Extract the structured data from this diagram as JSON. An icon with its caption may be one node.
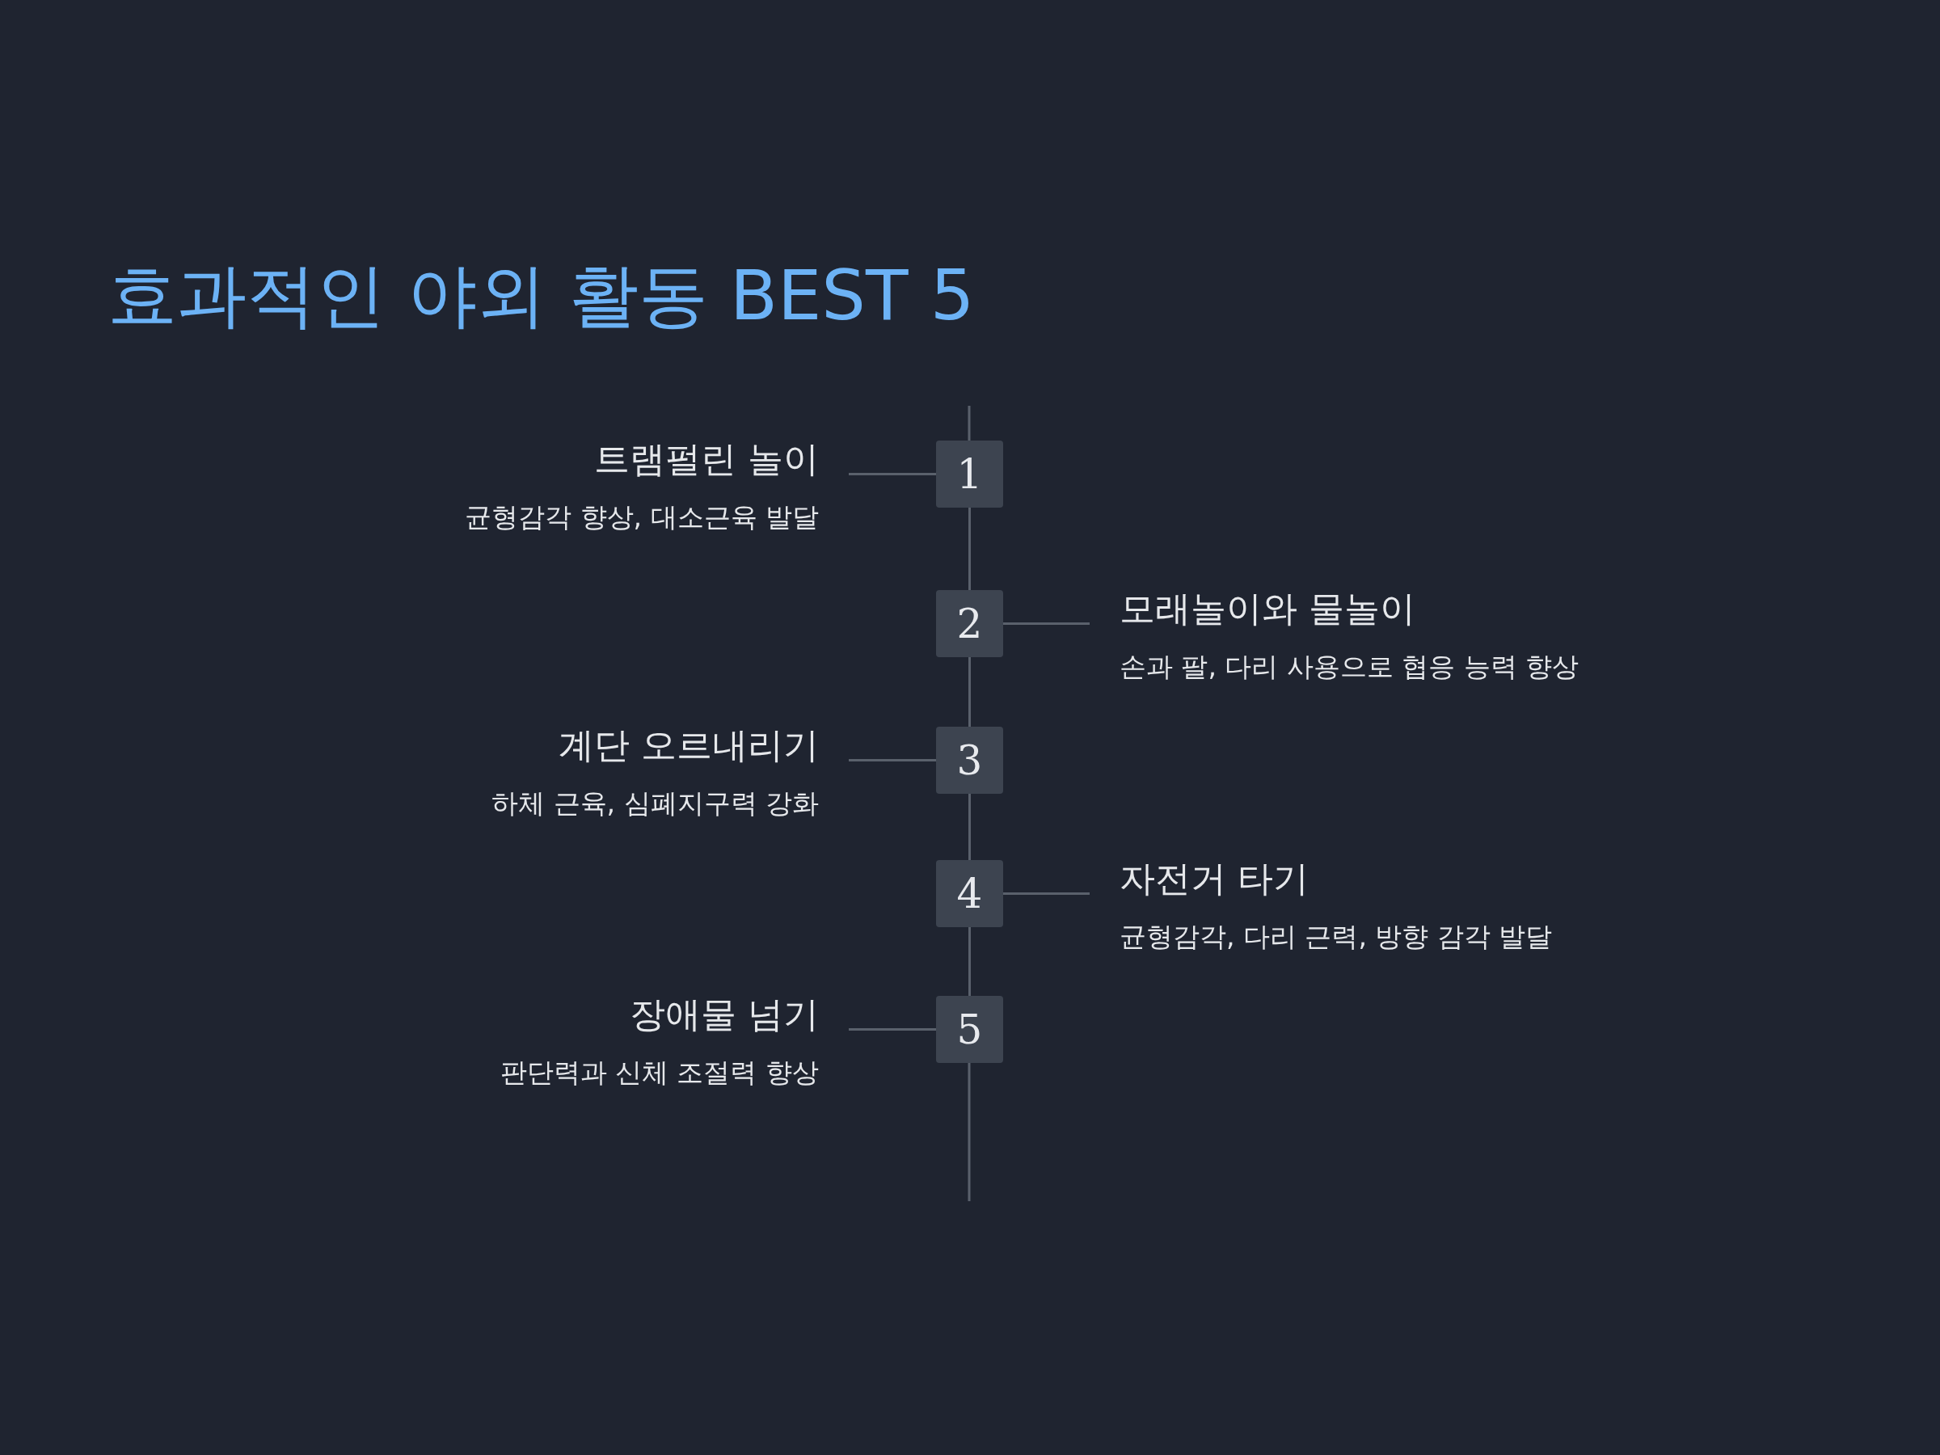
{
  "diagram": {
    "title": "효과적인 야외 활동 BEST 5",
    "nodes": [
      {
        "text": [
          "1"
        ]
      },
      {
        "text": [
          "트램펄린 놀이",
          "균형감각 향상, 대소근육 발달"
        ]
      },
      {
        "text": [
          "2"
        ]
      },
      {
        "text": [
          "모래놀이와 물놀이",
          "손과 팔, 다리 사용으로 협응 능력 향상"
        ]
      },
      {
        "text": [
          "3"
        ]
      },
      {
        "text": [
          "계단 오르내리기",
          "하체 근육, 심폐지구력 강화"
        ]
      },
      {
        "text": [
          "4"
        ]
      },
      {
        "text": [
          "자전거 타기",
          "균형감각, 다리 근력, 방향 감각 발달"
        ]
      },
      {
        "text": [
          "5"
        ]
      },
      {
        "text": [
          "장애물 넘기",
          "판단력과 신체 조절력 향상"
        ]
      }
    ],
    "edges": [
      {
        "from": 1,
        "to": 0,
        "arrow": "none"
      },
      {
        "from": 0,
        "to": 2,
        "arrow": "none"
      },
      {
        "from": 2,
        "to": 3,
        "arrow": "none"
      },
      {
        "from": 2,
        "to": 4,
        "arrow": "none"
      },
      {
        "from": 5,
        "to": 4,
        "arrow": "none"
      },
      {
        "from": 4,
        "to": 6,
        "arrow": "none"
      },
      {
        "from": 6,
        "to": 7,
        "arrow": "none"
      },
      {
        "from": 6,
        "to": 8,
        "arrow": "none"
      },
      {
        "from": 9,
        "to": 8,
        "arrow": "none"
      }
    ]
  }
}
